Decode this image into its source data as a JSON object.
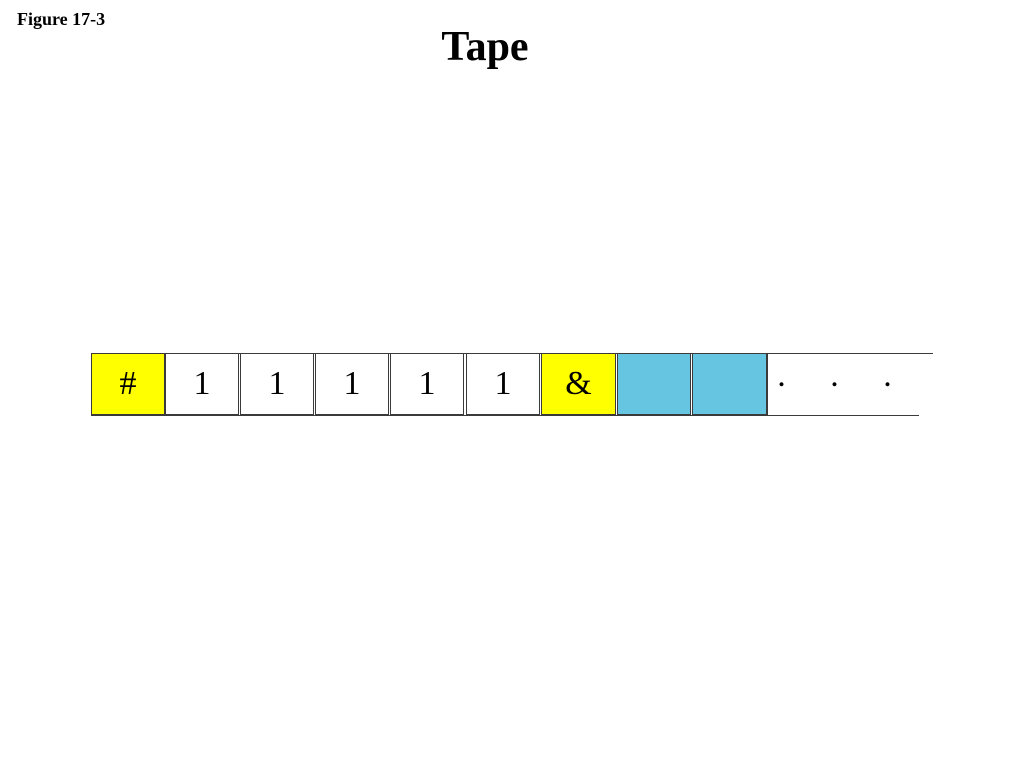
{
  "figure_label": "Figure 17-3",
  "title": "Tape",
  "colors": {
    "marker_cell": "#ffff00",
    "blank_cell": "#66c5e0",
    "plain_cell": "#ffffff",
    "border": "#3a3a3a"
  },
  "tape": {
    "cells": [
      {
        "symbol": "#",
        "fill": "marker_cell"
      },
      {
        "symbol": "1",
        "fill": "plain_cell"
      },
      {
        "symbol": "1",
        "fill": "plain_cell"
      },
      {
        "symbol": "1",
        "fill": "plain_cell"
      },
      {
        "symbol": "1",
        "fill": "plain_cell"
      },
      {
        "symbol": "1",
        "fill": "plain_cell"
      },
      {
        "symbol": "&",
        "fill": "marker_cell"
      },
      {
        "symbol": "",
        "fill": "blank_cell"
      },
      {
        "symbol": "",
        "fill": "blank_cell"
      }
    ],
    "continuation": ". . ."
  }
}
